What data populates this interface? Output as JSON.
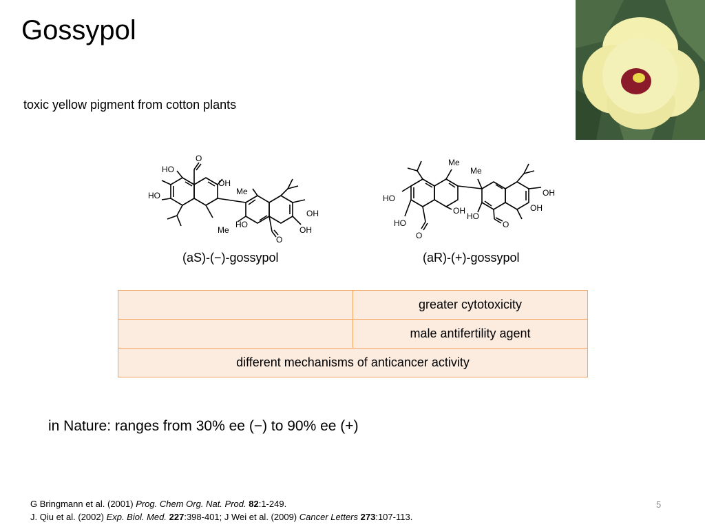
{
  "slide": {
    "title": "Gossypol",
    "subtitle": "toxic yellow pigment from cotton plants",
    "page_number": "5"
  },
  "molecules": {
    "left": {
      "label": "(aS)-(−)-gossypol",
      "atoms": {
        "ho": "HO",
        "oh": "OH",
        "me": "Me",
        "o": "O"
      }
    },
    "right": {
      "label": "(aR)-(+)-gossypol",
      "atoms": {
        "ho": "HO",
        "oh": "OH",
        "me": "Me",
        "o": "O"
      }
    }
  },
  "comparison_table": {
    "rows": [
      {
        "left": "",
        "right": "greater cytotoxicity"
      },
      {
        "left": "",
        "right": "male antifertility agent"
      }
    ],
    "merged_row": "different mechanisms of anticancer activity"
  },
  "nature_note": "in Nature: ranges from 30% ee (−) to 90% ee (+)",
  "references": [
    {
      "authors": "G Bringmann et al. (2001) ",
      "journal": "Prog. Chem Org. Nat. Prod.",
      "volume": "82",
      "pages": ":1-249."
    },
    {
      "authors": "J. Qiu et al. (2002) ",
      "journal": "Exp. Biol. Med.",
      "volume": "227",
      "pages": ":398-401; J Wei et al. (2009) "
    },
    {
      "authors": "",
      "journal": "Cancer Letters",
      "volume": "273",
      "pages": ":107-113."
    }
  ],
  "colors": {
    "table_border": "#f4a460",
    "table_fill": "#fcebdf",
    "petal": "#f3f0b0",
    "flower_center": "#8b1a2a",
    "leaf": "#3d5a3a"
  },
  "icons": {
    "photo": "cotton-flower-photo"
  }
}
